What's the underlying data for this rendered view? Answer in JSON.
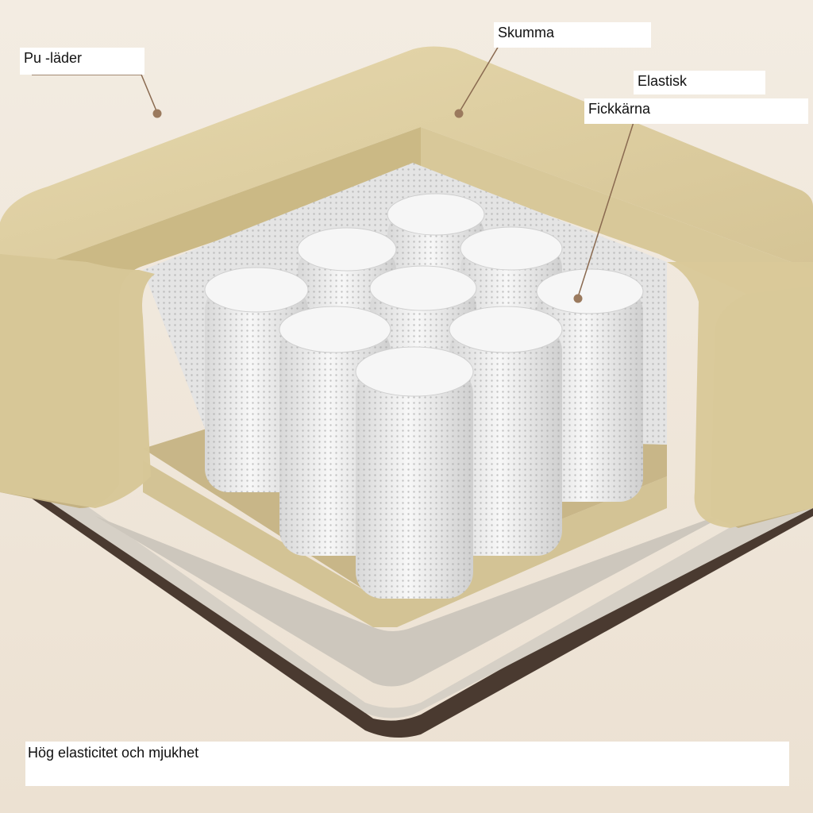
{
  "labels": {
    "pu_lader": "Pu -läder",
    "skumma": "Skumma",
    "elastisk": "Elastisk",
    "fickkarna": "Fickkärna"
  },
  "caption": "Hög elasticitet och mjukhet",
  "colors": {
    "background": "#efe6da",
    "foam": "#d9cb9e",
    "foam_shadow": "#bfae7e",
    "spring": "#eeeeee",
    "leader_line": "#8a6a50",
    "base_fabric": "#cfc9c0",
    "outer_edge": "#4a3a30"
  }
}
